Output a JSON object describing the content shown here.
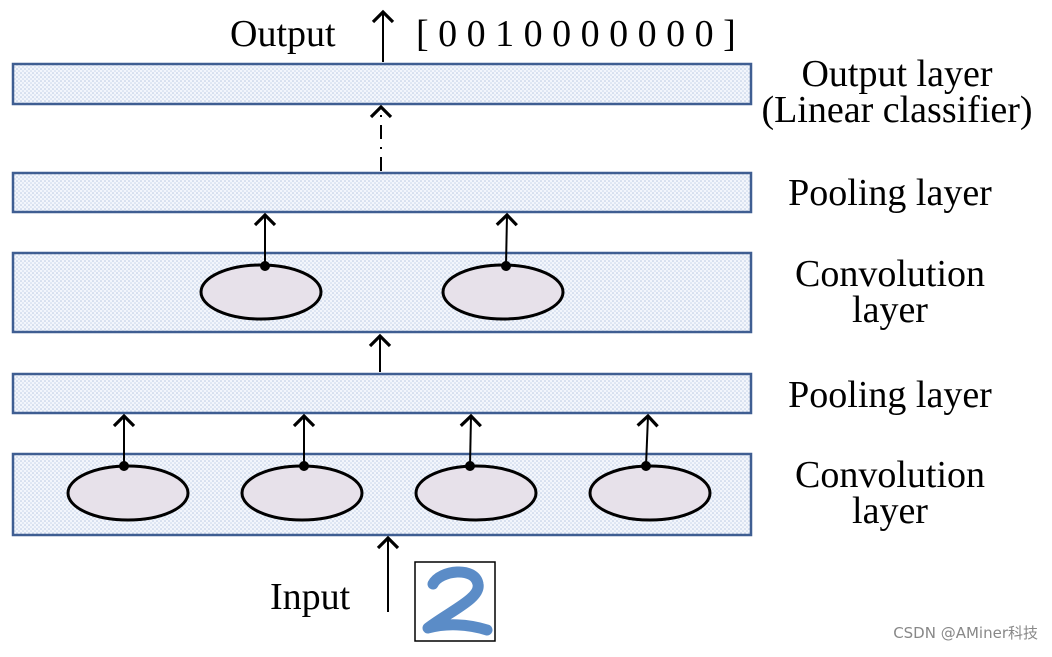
{
  "top": {
    "output_label": "Output",
    "output_vector": "[ 0 0 1 0 0 0 0 0 0 0 ]"
  },
  "layers": [
    {
      "id": "output",
      "label_line1": "Output layer",
      "label_line2": "(Linear classifier)"
    },
    {
      "id": "pool2",
      "label_line1": "Pooling layer"
    },
    {
      "id": "conv2",
      "label_line1": "Convolution",
      "label_line2": "layer"
    },
    {
      "id": "pool1",
      "label_line1": "Pooling layer"
    },
    {
      "id": "conv1",
      "label_line1": "Convolution",
      "label_line2": "layer"
    }
  ],
  "bottom": {
    "input_label": "Input",
    "input_digit": "2"
  },
  "watermark": "CSDN @AMiner科技",
  "colors": {
    "layer_fill": "#eef3fb",
    "layer_border": "#3f5e92",
    "node_fill": "#e7e1ea",
    "digit_color": "#5b8cc7"
  }
}
